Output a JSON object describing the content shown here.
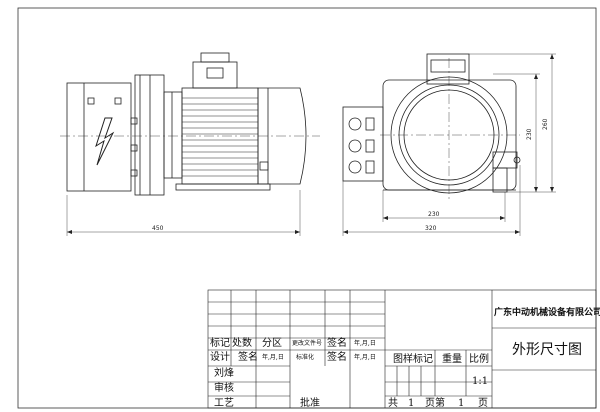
{
  "dimensions": {
    "front_length": "450",
    "side_width_inner": "230",
    "side_width_outer": "320",
    "side_height_inner": "230",
    "side_height_outer": "260"
  },
  "title_block": {
    "company": "广东中动机械设备有限公司",
    "drawing_title": "外形尺寸图",
    "rev_label": "标记",
    "count_label": "处数",
    "zone_label": "分区",
    "change_doc_label": "更改文件号",
    "sign_label": "签名",
    "date_label": "年,月,日",
    "design_label": "设计",
    "sign_label_2": "签名",
    "date_label_2": "年,月,日",
    "standard_label": "标准化",
    "sign_label_3": "签名",
    "date_label_3": "年,月,日",
    "drawn_label": "刘烽",
    "check_label": "审核",
    "process_label": "工艺",
    "approve_label": "批准",
    "stage_mark_label": "图样标记",
    "weight_label": "重量",
    "scale_label": "比例",
    "scale_value": "1:1",
    "total_label": "共",
    "total_value": "1",
    "sheet_label": "页第",
    "sheet_value": "1",
    "page_label": "页"
  }
}
